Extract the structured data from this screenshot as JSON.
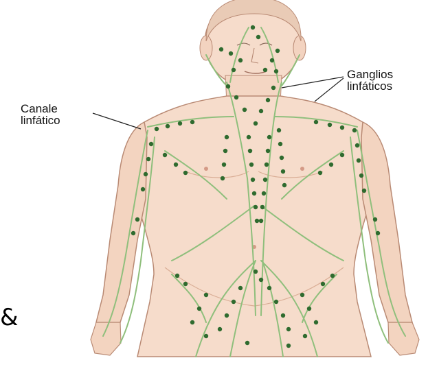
{
  "labels": {
    "canale_line1": "Canale",
    "canale_line2": "linfático",
    "ganglios_line1": "Ganglios",
    "ganglios_line2": "linfáticos"
  },
  "edge_glyph": "&",
  "colors": {
    "background": "#ffffff",
    "skin": "#f6dccb",
    "skin_shadow": "#e6bfa8",
    "body_outline": "#b98a74",
    "lymph_vessel": "#8fbf7c",
    "lymph_node": "#2f6b2f",
    "leader_line": "#222222"
  },
  "icons": [
    "human-body-figure",
    "lymph-vessel-network",
    "lymph-node-dot"
  ]
}
